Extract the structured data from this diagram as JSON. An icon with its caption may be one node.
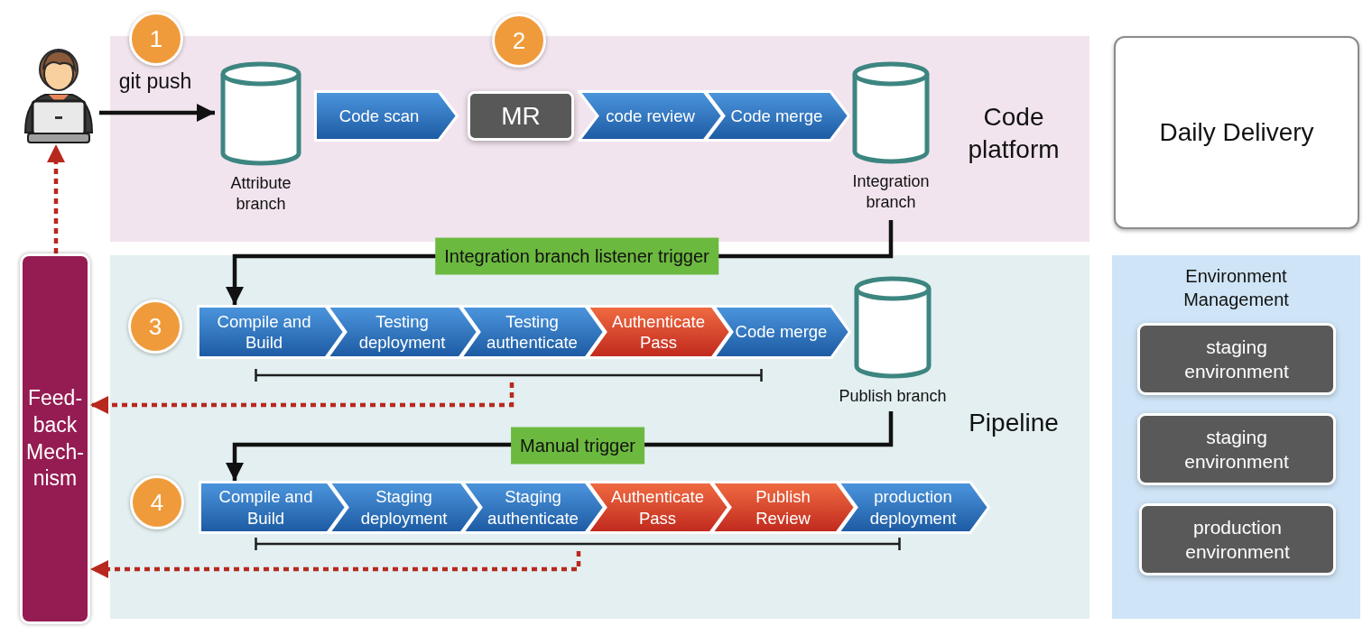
{
  "diagram": {
    "nodes": [
      {
        "text": [],
        "shape": "person"
      },
      {
        "text": [
          "1"
        ]
      },
      {
        "text": [
          "2"
        ]
      },
      {
        "text": [
          "Code platform"
        ]
      },
      {
        "text": [
          "Attribute branch"
        ],
        "in": 3
      },
      {
        "text": [
          "Code scan"
        ],
        "in": 3
      },
      {
        "text": [
          "MR"
        ],
        "in": 3
      },
      {
        "text": [
          "code review"
        ],
        "in": 3
      },
      {
        "text": [
          "Code merge"
        ],
        "in": 3
      },
      {
        "text": [
          "Integration branch"
        ],
        "in": 3
      },
      {
        "text": [
          "Daily Delivery"
        ]
      },
      {
        "text": [
          "Feed- back Mech- nism"
        ]
      },
      {
        "text": [
          "Pipeline"
        ]
      },
      {
        "text": [
          "3"
        ],
        "in": 12
      },
      {
        "text": [
          "Compile and Build"
        ],
        "in": 12
      },
      {
        "text": [
          "Testing deployment"
        ],
        "in": 12
      },
      {
        "text": [
          "Testing authenticate"
        ],
        "in": 12
      },
      {
        "text": [
          "Authenticate Pass"
        ],
        "in": 12
      },
      {
        "text": [
          "Code merge"
        ],
        "in": 12
      },
      {
        "text": [
          "Publish branch"
        ],
        "in": 12
      },
      {
        "text": [],
        "shape": "bar",
        "in": 12
      },
      {
        "text": [
          "4"
        ],
        "in": 12
      },
      {
        "text": [
          "Compile and Build"
        ],
        "in": 12
      },
      {
        "text": [
          "Staging deployment"
        ],
        "in": 12
      },
      {
        "text": [
          "Staging authenticate"
        ],
        "in": 12
      },
      {
        "text": [
          "Authenticate Pass"
        ],
        "in": 12
      },
      {
        "text": [
          "Publish Review"
        ],
        "in": 12
      },
      {
        "text": [
          "production deployment"
        ],
        "in": 12
      },
      {
        "text": [],
        "shape": "bar",
        "in": 12
      },
      {
        "text": [
          "Environment Management"
        ]
      },
      {
        "text": [
          "staging environment"
        ],
        "in": 29
      },
      {
        "text": [
          "staging environment"
        ],
        "in": 29
      },
      {
        "text": [
          "production environment"
        ],
        "in": 29
      }
    ],
    "edges": [
      {
        "from": 0,
        "to": 4,
        "arrow": "to",
        "label": "git push"
      },
      {
        "from": 9,
        "to": 14,
        "arrow": "to",
        "label": "Integration branch listener trigger"
      },
      {
        "from": 19,
        "to": 22,
        "arrow": "to",
        "label": "Manual trigger"
      },
      {
        "from": 20,
        "to": 11,
        "arrow": "to",
        "style": "dashed",
        "color": "#b8281e"
      },
      {
        "from": 28,
        "to": 11,
        "arrow": "to",
        "style": "dashed",
        "color": "#b8281e"
      },
      {
        "from": 11,
        "to": 0,
        "arrow": "to",
        "style": "dashed",
        "color": "#b8281e"
      }
    ]
  }
}
